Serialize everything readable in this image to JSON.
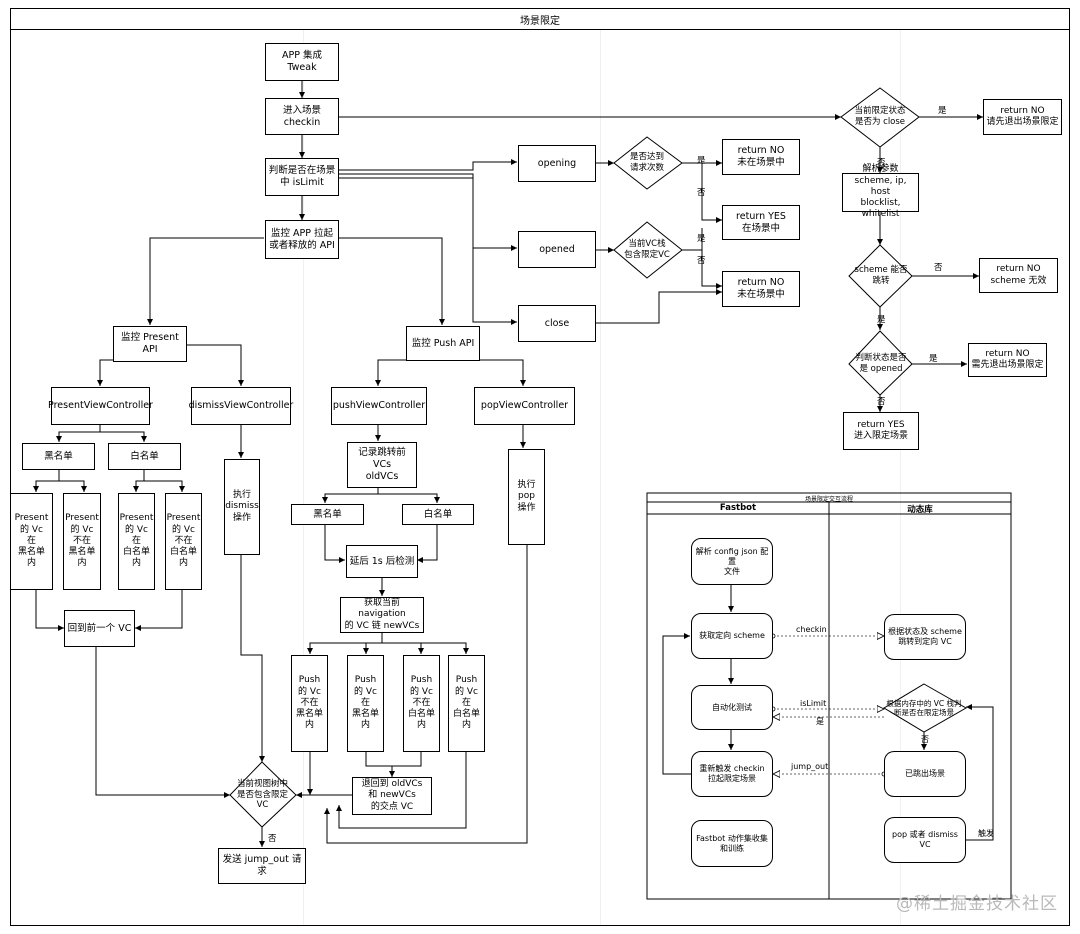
{
  "title": "场景限定",
  "nodes": {
    "app_tweak": "APP 集成 Tweak",
    "enter_checkin": "进入场景\ncheckin",
    "judge_islimit": "判断是否在场景\n中 isLimit",
    "monitor_api": "监控 APP 拉起\n或者释放的 API",
    "monitor_present": "监控 Present API",
    "monitor_push": "监控 Push API",
    "present_vc": "PresentViewController",
    "dismiss_vc": "dismissViewController",
    "push_vc": "pushViewController",
    "pop_vc": "popViewController",
    "black_list_1": "黑名单",
    "white_list_1": "白名单",
    "present_in_black": "Present\n的 Vc\n在\n黑名单\n内",
    "present_not_in_black": "Present\n的 Vc\n不在\n黑名单\n内",
    "present_in_white": "Present\n的 Vc\n在\n白名单\n内",
    "present_not_in_white": "Present\n的 Vc\n不在\n白名单\n内",
    "back_prev_vc": "回到前一个 VC",
    "exec_dismiss": "执行\ndismiss\n操作",
    "record_vcs": "记录跳转前 VCs\noldVCs",
    "black_list_2": "黑名单",
    "white_list_2": "白名单",
    "delay_check": "延后 1s 后检测",
    "get_nav_chain": "获取当前 navigation\n的 VC 链 newVCs",
    "push_not_in_black": "Push\n的 Vc\n不在\n黑名单\n内",
    "push_in_black": "Push\n的 Vc\n在\n黑名单\n内",
    "push_not_in_white": "Push\n的 Vc\n不在\n白名单\n内",
    "push_in_white": "Push\n的 Vc\n在\n白名单\n内",
    "back_to_intersection": "退回到 oldVCs\n和 newVCs\n的交点 VC",
    "exec_pop": "执行\npop\n操作",
    "tree_contains": "当前视图树中\n是否包含限定\nVC",
    "send_jump_out": "发送 jump_out 请求",
    "opening": "opening",
    "opened": "opened",
    "close": "close",
    "reach_count": "是否达到\n请求次数",
    "vc_stack_contains": "当前VC栈\n包含限定VC",
    "return_no_1": "return NO\n未在场景中",
    "return_yes_1": "return YES\n在场景中",
    "return_no_2": "return NO\n未在场景中",
    "is_close": "当前限定状态\n是否为 close",
    "return_no_exit": "return NO\n请先退出场景限定",
    "parse_params": "解析参数\nscheme, ip, host\nblocklist, whitelist",
    "scheme_jump": "scheme 能否\n跳转",
    "return_no_scheme": "return NO\nscheme 无效",
    "status_opened": "判断状态是否\n是 opened",
    "return_no_exit2": "return NO\n需先退出场景限定",
    "return_yes_enter": "return YES\n进入限定场景"
  },
  "labels": {
    "yes": "是",
    "no": "否",
    "checkin": "checkin",
    "islimit": "isLimit",
    "jump_out": "jump_out",
    "trigger": "触发"
  },
  "swimlane": {
    "title": "场景限定交互流程",
    "col_left": "Fastbot",
    "col_right": "动态库",
    "parse_config": "解析 config json 配置\n文件",
    "get_scheme": "获取定向 scheme",
    "auto_test": "自动化测试",
    "retrigger": "重新触发 checkin\n拉起限定场景",
    "collect_train": "Fastbot 动作集收集\n和训练",
    "jump_by_scheme": "根据状态及 scheme\n跳转到定向 VC",
    "check_stack": "根据内存中的 VC 栈判\n断是否在限定场景",
    "exited": "已跳出场景",
    "pop_dismiss": "pop 或者 dismiss VC"
  },
  "watermark": "@稀土掘金技术社区"
}
